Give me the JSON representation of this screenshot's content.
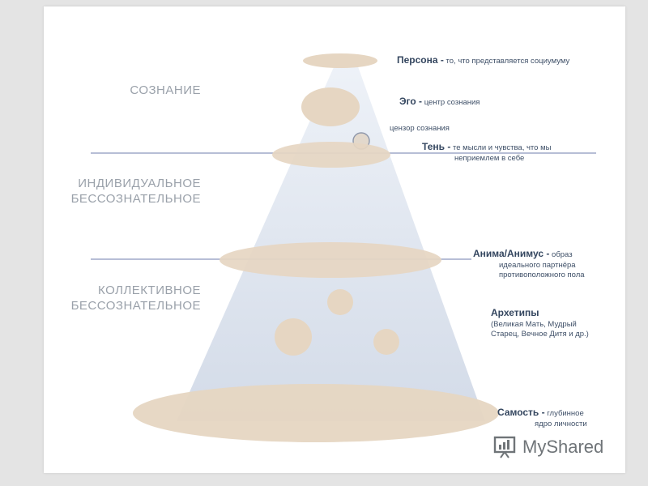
{
  "zones": {
    "consciousness": "СОЗНАНИЕ",
    "personal_unconscious": [
      "ИНДИВИДУАЛЬНОЕ",
      "БЕССОЗНАТЕЛЬНОЕ"
    ],
    "collective_unconscious": [
      "КОЛЛЕКТИВНОЕ",
      "БЕССОЗНАТЕЛЬНОЕ"
    ]
  },
  "labels": {
    "persona": {
      "title": "Персона -",
      "text": "то, что представляется социумуму"
    },
    "ego": {
      "title": "Эго -",
      "text": "центр сознания"
    },
    "censor": "цензор сознания",
    "shadow": {
      "title": "Тень -",
      "lines": [
        "те мысли и чувства, что мы",
        "неприемлем в себе"
      ]
    },
    "anima": {
      "title": "Анима/Анимус -",
      "lines": [
        "образ",
        "идеального партнёра",
        "противоположного пола"
      ]
    },
    "archetypes": {
      "title": "Архетипы",
      "lines": [
        "(Великая Мать, Мудрый",
        "Старец, Вечное Дитя и др.)"
      ]
    },
    "self": {
      "title": "Самость -",
      "lines": [
        "глубинное",
        "ядро личности"
      ]
    }
  },
  "watermark": "MyShared",
  "colors": {
    "cone": "#d8e1ee",
    "ellipse": "#e6d6c2",
    "divider": "#9fa9c9",
    "text": "#3f5068"
  }
}
